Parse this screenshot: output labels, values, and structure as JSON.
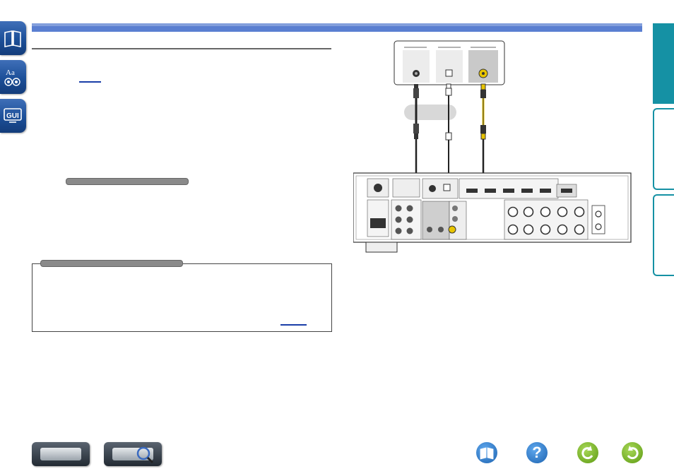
{
  "header": {
    "bar_color": "#5a7fd1"
  },
  "left_tabs": [
    {
      "icon": "book-icon"
    },
    {
      "icon": "glossary-icon"
    },
    {
      "icon": "gui-icon",
      "label": "GUI"
    }
  ],
  "left_column": {
    "page_ref_label": "",
    "subsection_pill": "",
    "note": {
      "title": "",
      "page_ref_label": ""
    }
  },
  "diagram": {
    "device_panel": {
      "header_labels": [
        "",
        "",
        ""
      ]
    },
    "cable_pill_label": "",
    "receiver_rear_panel": {}
  },
  "right_tabs": [
    {
      "state": "active",
      "color": "#1591a4"
    },
    {
      "state": "outline",
      "color": "#1591a4"
    },
    {
      "state": "outline",
      "color": "#1591a4"
    }
  ],
  "bottom_nav": {
    "remote_buttons": [
      {
        "icon": "front-panel-icon"
      },
      {
        "icon": "rear-panel-zoom-icon"
      }
    ],
    "round_buttons": [
      {
        "icon": "book-icon",
        "color": "#2c7fd0"
      },
      {
        "icon": "help-icon",
        "label": "?",
        "color": "#2c7fd0"
      },
      {
        "icon": "back-icon",
        "color": "#7ab51d"
      },
      {
        "icon": "forward-icon",
        "color": "#7ab51d"
      }
    ]
  }
}
